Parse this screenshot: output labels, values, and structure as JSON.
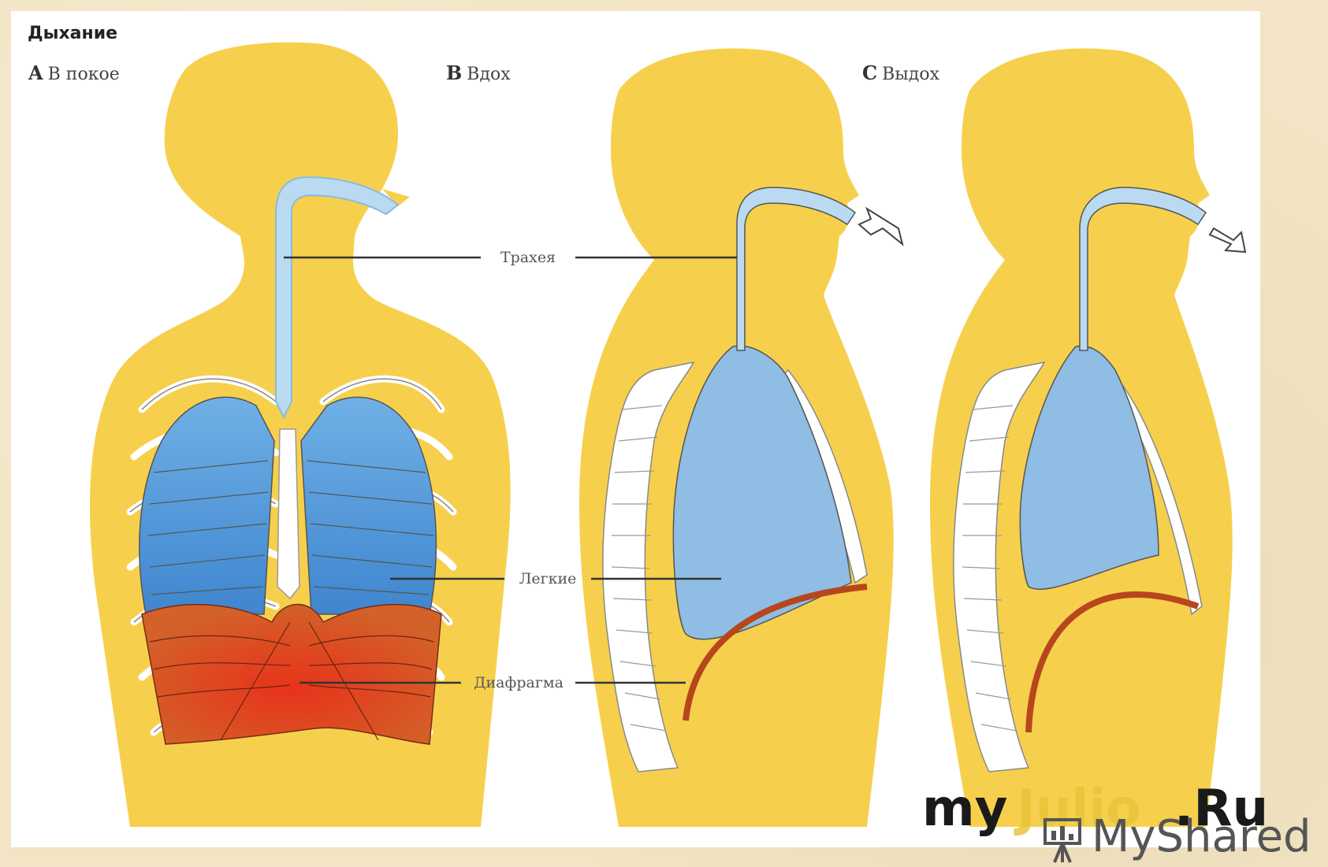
{
  "figure": {
    "title": "Дыхание",
    "panels": [
      {
        "letter": "A",
        "caption": "В покое"
      },
      {
        "letter": "B",
        "caption": "Вдох"
      },
      {
        "letter": "C",
        "caption": "Выдох"
      }
    ],
    "labels": {
      "trachea": "Трахея",
      "lungs": "Легкие",
      "diaphragm": "Диафрагма"
    }
  },
  "colors": {
    "body": "#f6d04d",
    "lungs": "#8fbde3",
    "trachea": "#b9daf0",
    "diaphragm": "#d94a22",
    "bone": "#ffffff"
  },
  "watermark": {
    "part1": "my",
    "part2": "Julio",
    "part3": ".Ru",
    "secondary": "MyShared"
  }
}
